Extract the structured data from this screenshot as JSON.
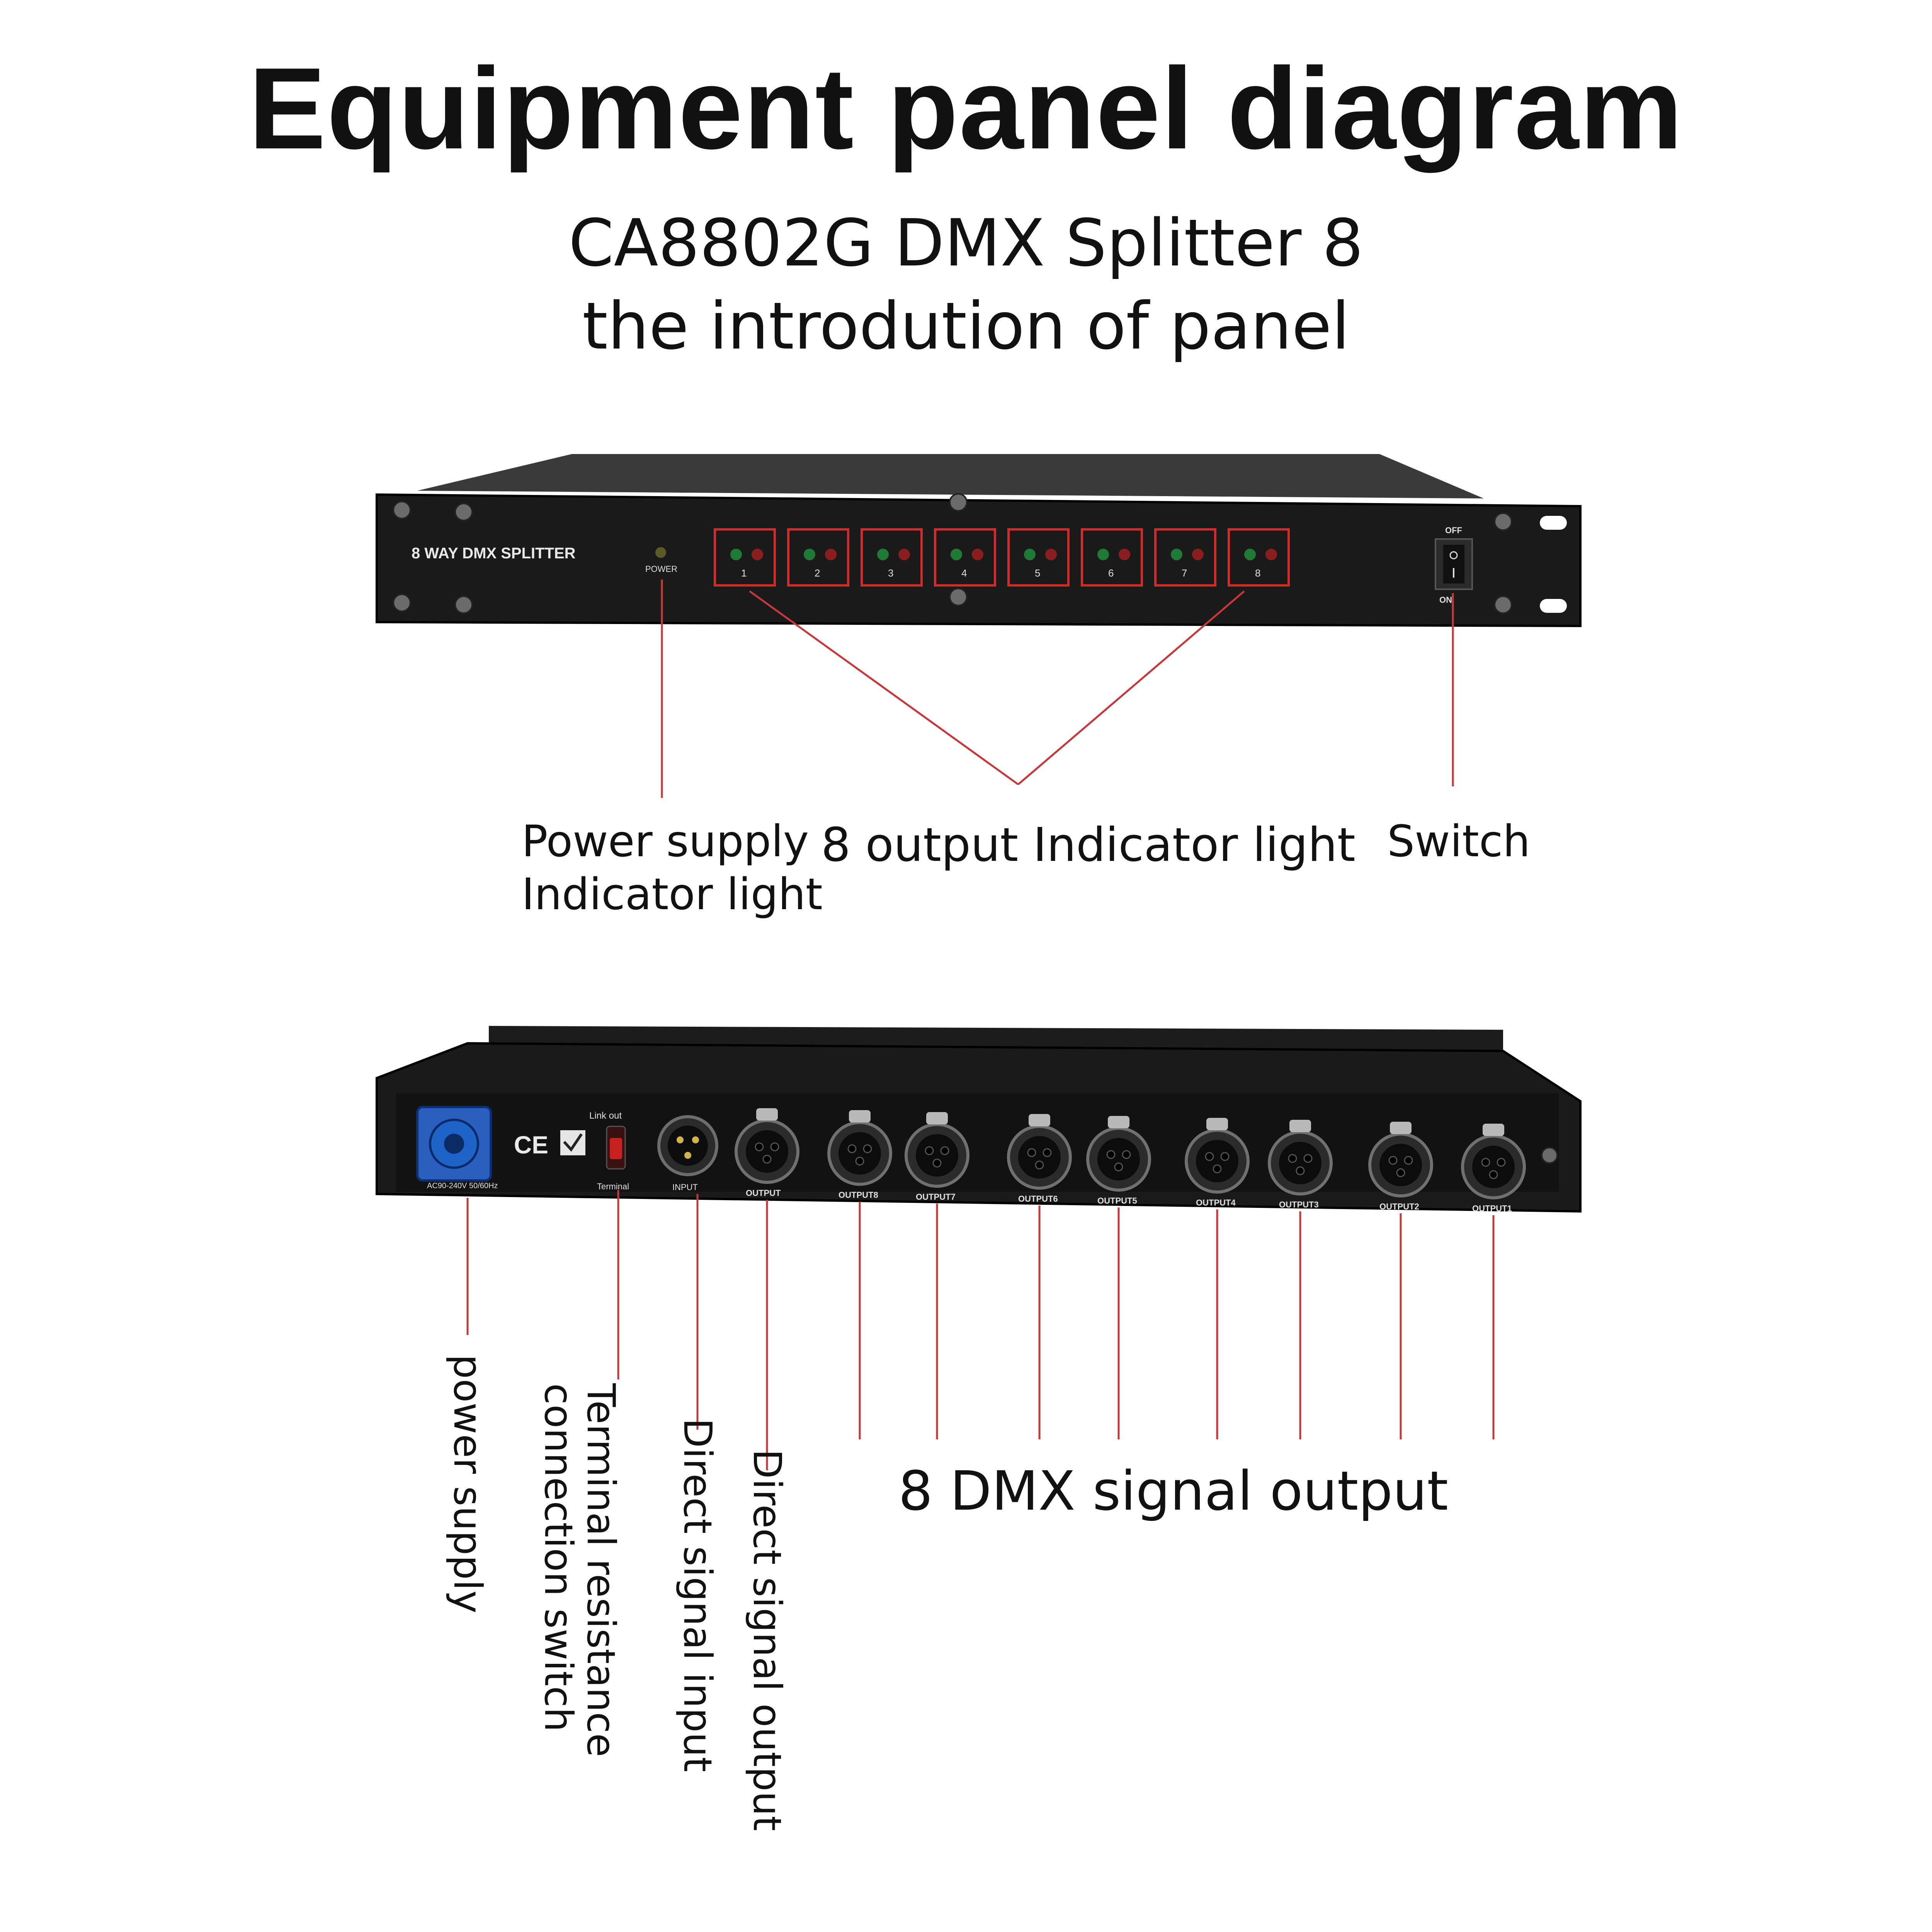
{
  "title": "Equipment panel diagram",
  "subtitle_line1": "CA8802G DMX Splitter 8",
  "subtitle_line2": "the introdution of panel",
  "front_panel": {
    "brand_text": "8 WAY DMX SPLITTER",
    "power_led_label": "POWER",
    "channels": [
      "1",
      "2",
      "3",
      "4",
      "5",
      "6",
      "7",
      "8"
    ],
    "switch_off_label": "OFF",
    "switch_on_label": "ON",
    "colors": {
      "panel": "#1a1a1a",
      "led_green": "#1f7a35",
      "led_red": "#8a1e1e",
      "highlight": "#d42a2a"
    }
  },
  "front_labels": {
    "power_indicator_line1": "Power supply",
    "power_indicator_line2": "Indicator light",
    "output_indicator": "8 output Indicator light",
    "switch": "Switch"
  },
  "rear_panel": {
    "power_rating": "AC90-240V 50/60Hz",
    "link_out_label": "Link out",
    "terminal_label": "Terminal",
    "input_label": "INPUT",
    "through_label": "OUTPUT",
    "outputs": [
      "OUTPUT8",
      "OUTPUT7",
      "OUTPUT6",
      "OUTPUT5",
      "OUTPUT4",
      "OUTPUT3",
      "OUTPUT2",
      "OUTPUT1"
    ],
    "ce_mark": "CE",
    "colors": {
      "connector_blue": "#1e64c8",
      "toggle_red": "#c81f1f"
    }
  },
  "rear_labels": {
    "power_supply": "power supply",
    "terminal_line1": "Terminal resistance",
    "terminal_line2": "connection switch",
    "direct_input": "Direct signal input",
    "direct_output": "Direct signal output",
    "dmx_outputs": "8 DMX signal output"
  }
}
